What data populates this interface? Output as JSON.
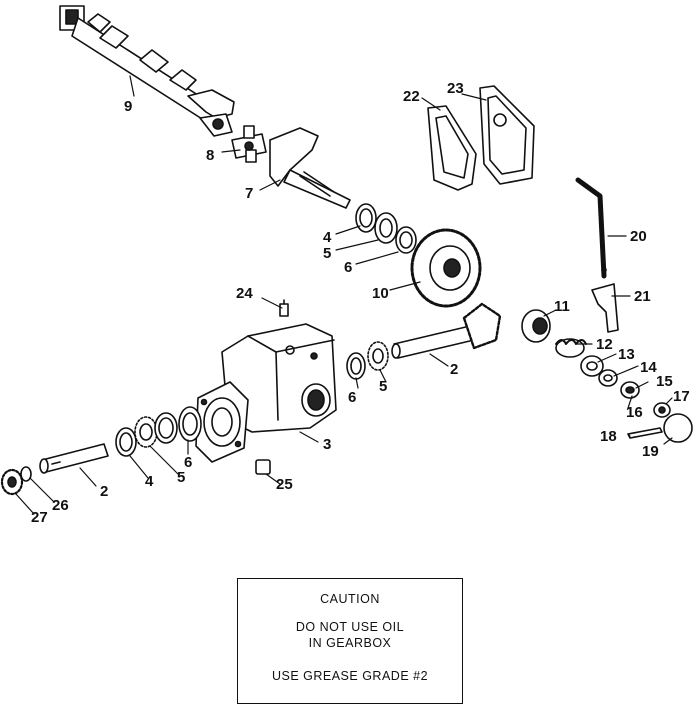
{
  "callouts": [
    {
      "id": "9",
      "text": "9"
    },
    {
      "id": "8",
      "text": "8"
    },
    {
      "id": "7",
      "text": "7"
    },
    {
      "id": "22",
      "text": "22"
    },
    {
      "id": "23",
      "text": "23"
    },
    {
      "id": "4a",
      "text": "4"
    },
    {
      "id": "5a",
      "text": "5"
    },
    {
      "id": "6a",
      "text": "6"
    },
    {
      "id": "10",
      "text": "10"
    },
    {
      "id": "20",
      "text": "20"
    },
    {
      "id": "24",
      "text": "24"
    },
    {
      "id": "11",
      "text": "11"
    },
    {
      "id": "21",
      "text": "21"
    },
    {
      "id": "2a",
      "text": "2"
    },
    {
      "id": "12",
      "text": "12"
    },
    {
      "id": "13",
      "text": "13"
    },
    {
      "id": "14",
      "text": "14"
    },
    {
      "id": "6b",
      "text": "6"
    },
    {
      "id": "5b",
      "text": "5"
    },
    {
      "id": "15",
      "text": "15"
    },
    {
      "id": "17",
      "text": "17"
    },
    {
      "id": "16",
      "text": "16"
    },
    {
      "id": "3",
      "text": "3"
    },
    {
      "id": "6c",
      "text": "6"
    },
    {
      "id": "18",
      "text": "18"
    },
    {
      "id": "19",
      "text": "19"
    },
    {
      "id": "4b",
      "text": "4"
    },
    {
      "id": "5c",
      "text": "5"
    },
    {
      "id": "2b",
      "text": "2"
    },
    {
      "id": "25",
      "text": "25"
    },
    {
      "id": "26",
      "text": "26"
    },
    {
      "id": "27",
      "text": "27"
    }
  ],
  "caution": {
    "title": "CAUTION",
    "line1": "DO NOT USE OIL",
    "line2": "IN GEARBOX",
    "line3": "USE GREASE GRADE #2"
  }
}
